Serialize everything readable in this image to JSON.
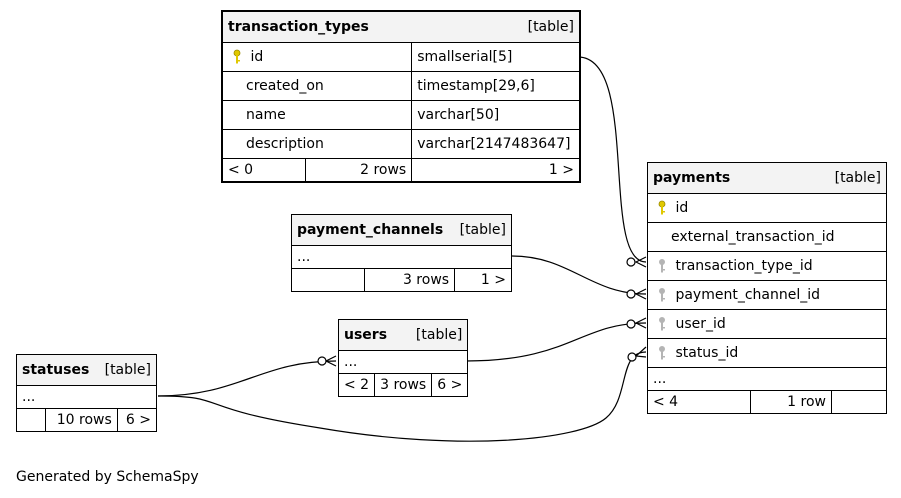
{
  "footer": "Generated by SchemaSpy",
  "tables": {
    "transaction_types": {
      "name": "transaction_types",
      "kind": "[table]",
      "columns": [
        {
          "name": "id",
          "type": "smallserial[5]"
        },
        {
          "name": "created_on",
          "type": "timestamp[29,6]"
        },
        {
          "name": "name",
          "type": "varchar[50]"
        },
        {
          "name": "description",
          "type": "varchar[2147483647]"
        }
      ],
      "footer": {
        "parents": "< 0",
        "rows": "2 rows",
        "children": "1 >"
      }
    },
    "payment_channels": {
      "name": "payment_channels",
      "kind": "[table]",
      "ellipsis": "...",
      "footer": {
        "parents": "",
        "rows": "3 rows",
        "children": "1 >"
      }
    },
    "users": {
      "name": "users",
      "kind": "[table]",
      "ellipsis": "...",
      "footer": {
        "parents": "< 2",
        "rows": "3 rows",
        "children": "6 >"
      }
    },
    "statuses": {
      "name": "statuses",
      "kind": "[table]",
      "ellipsis": "...",
      "footer": {
        "parents": "",
        "rows": "10 rows",
        "children": "6 >"
      }
    },
    "payments": {
      "name": "payments",
      "kind": "[table]",
      "columns": [
        {
          "name": "id"
        },
        {
          "name": "external_transaction_id"
        },
        {
          "name": "transaction_type_id"
        },
        {
          "name": "payment_channel_id"
        },
        {
          "name": "user_id"
        },
        {
          "name": "status_id"
        }
      ],
      "ellipsis": "...",
      "footer": {
        "parents": "< 4",
        "rows": "1 row",
        "children": ""
      }
    }
  },
  "colors": {
    "primary_key": "#e0c800",
    "foreign_key": "#b4b4b4",
    "header_bg": "#f3f3f3"
  }
}
